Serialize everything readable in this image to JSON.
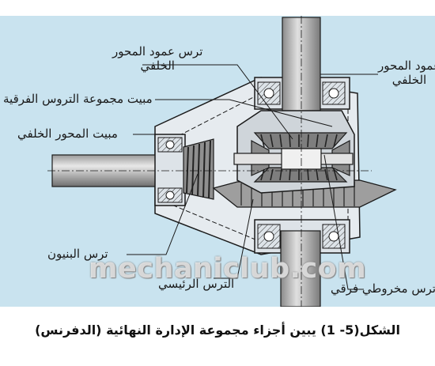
{
  "figure": {
    "labels": {
      "pinion_shaft_gear": "ترس عمود المحور\nالخلفي",
      "rear_axle_shaft": "عمود المحور\nالخلفي",
      "diff_housing": "مبيت مجموعة التروس الفرقية",
      "rear_axle_housing": "مبيت المحور الخلفي",
      "pinion_gear": "ترس البنيون",
      "ring_gear": "الترس الرئيسي",
      "bevel_gear": "ترس مخروطي فرقي"
    },
    "watermark": "mechaniclub.com",
    "caption": "الشكل(5-  1) يبين أجزاء مجموعة الإدارة النهائية (الدفرنس)"
  },
  "colors": {
    "background": "#ffffff",
    "blueprint": "#c9e3ef",
    "housing": "#e9eef2",
    "metal": "#b8b8b8",
    "line": "#1a1a1a"
  }
}
